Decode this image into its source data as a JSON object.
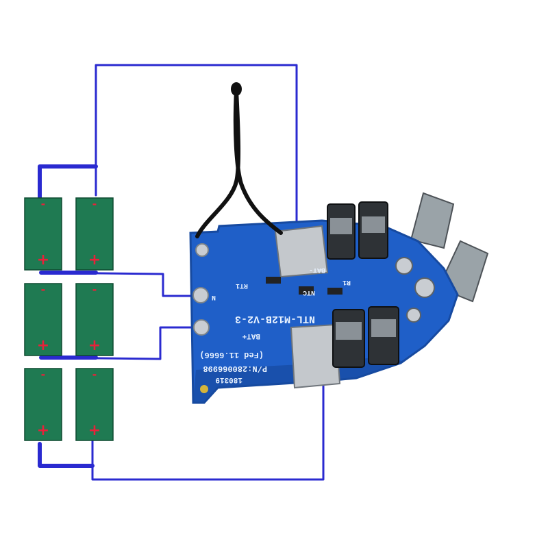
{
  "colors": {
    "wire": "#2a2ad0",
    "cell_fill": "#1f7a52",
    "cell_border": "#0e4a30",
    "cell_sign": "#e8213a",
    "pcb": "#1f5fc8",
    "pcb_edge": "#174aa0",
    "solder": "#c9cdd2",
    "thermistor": "#111111",
    "background": "#ffffff"
  },
  "cells": {
    "count": 6,
    "polarity_top": "-",
    "polarity_bottom": "+",
    "arrangement": "3 series groups of 2 parallel cells"
  },
  "pcb": {
    "silkscreen": {
      "model": "NTL-M12B-V2-3",
      "part_number": "P/N:280066998",
      "code": "(Fed 11.6666)",
      "date": "180319",
      "label_bat_plus": "BAT+",
      "label_bat_minus": "BAT-",
      "label_r1": "R1",
      "label_rt1": "RT1",
      "label_ntc": "NTC",
      "label_n": "N"
    }
  },
  "wires": {
    "connections": [
      "cell-group-1-negative-to-pcb-bat-minus",
      "cell-group-1-2-junction-to-pcb-pad-1",
      "cell-group-2-3-junction-to-pcb-pad-2",
      "cell-group-3-positive-to-pcb-bat-plus"
    ]
  }
}
